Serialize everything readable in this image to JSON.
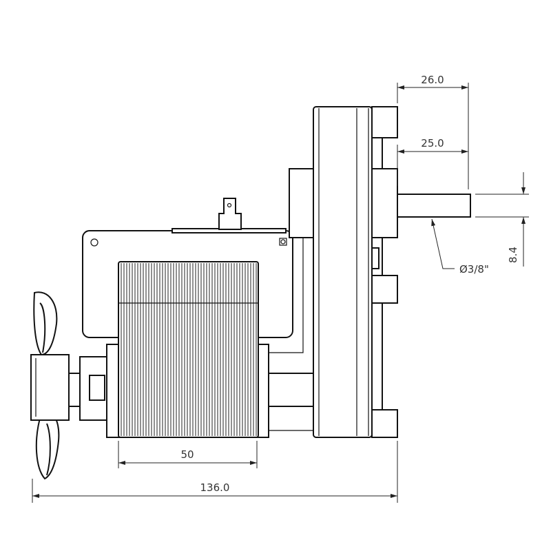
{
  "drawing": {
    "subject": "gear-motor",
    "dimensions": {
      "shaft_length_total": "26.0",
      "shaft_length_exposed": "25.0",
      "shaft_diameter_dim": "8.4",
      "shaft_diameter_callout": "Ø3/8\"",
      "coil_width": "50",
      "overall_length": "136.0"
    }
  }
}
